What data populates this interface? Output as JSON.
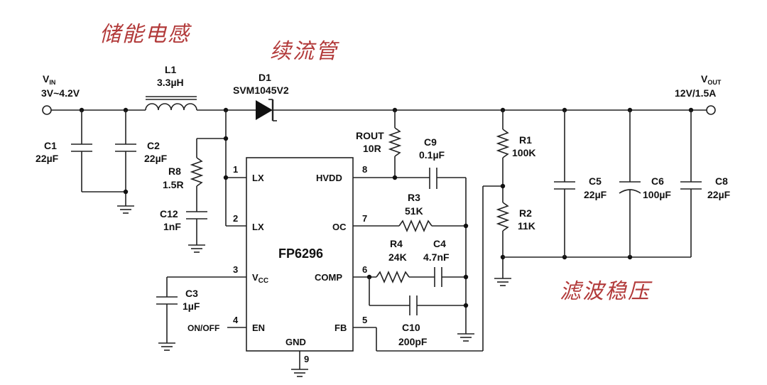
{
  "annotations": {
    "storage_inductor": "储能电感",
    "freewheel": "续流管",
    "filter_regulate": "滤波稳压"
  },
  "ic": {
    "name": "FP6296",
    "pins": {
      "p1": {
        "num": "1",
        "name": "LX"
      },
      "p2": {
        "num": "2",
        "name": "LX"
      },
      "p3": {
        "num": "3",
        "name": "V",
        "sub": "CC"
      },
      "p4": {
        "num": "4",
        "name": "EN"
      },
      "p5": {
        "num": "5",
        "name": "FB"
      },
      "p6": {
        "num": "6",
        "name": "COMP"
      },
      "p7": {
        "num": "7",
        "name": "OC"
      },
      "p8": {
        "num": "8",
        "name": "HVDD"
      },
      "p9": {
        "num": "9",
        "name": "GND"
      }
    }
  },
  "vin": {
    "label": "V",
    "sub": "IN",
    "value": "3V~4.2V"
  },
  "vout": {
    "label": "V",
    "sub": "OUT",
    "value": "12V/1.5A"
  },
  "on_off": "ON/OFF",
  "components": {
    "L1": {
      "ref": "L1",
      "value": "3.3µH"
    },
    "D1": {
      "ref": "D1",
      "value": "SVM1045V2"
    },
    "C1": {
      "ref": "C1",
      "value": "22µF"
    },
    "C2": {
      "ref": "C2",
      "value": "22µF"
    },
    "R8": {
      "ref": "R8",
      "value": "1.5R"
    },
    "C12": {
      "ref": "C12",
      "value": "1nF"
    },
    "C3": {
      "ref": "C3",
      "value": "1µF"
    },
    "ROUT": {
      "ref": "ROUT",
      "value": "10R"
    },
    "C9": {
      "ref": "C9",
      "value": "0.1µF"
    },
    "R3": {
      "ref": "R3",
      "value": "51K"
    },
    "R4": {
      "ref": "R4",
      "value": "24K"
    },
    "C4": {
      "ref": "C4",
      "value": "4.7nF"
    },
    "C10": {
      "ref": "C10",
      "value": "200pF"
    },
    "R1": {
      "ref": "R1",
      "value": "100K"
    },
    "R2": {
      "ref": "R2",
      "value": "11K"
    },
    "C5": {
      "ref": "C5",
      "value": "22µF"
    },
    "C6": {
      "ref": "C6",
      "value": "100µF"
    },
    "C8": {
      "ref": "C8",
      "value": "22µF"
    }
  }
}
